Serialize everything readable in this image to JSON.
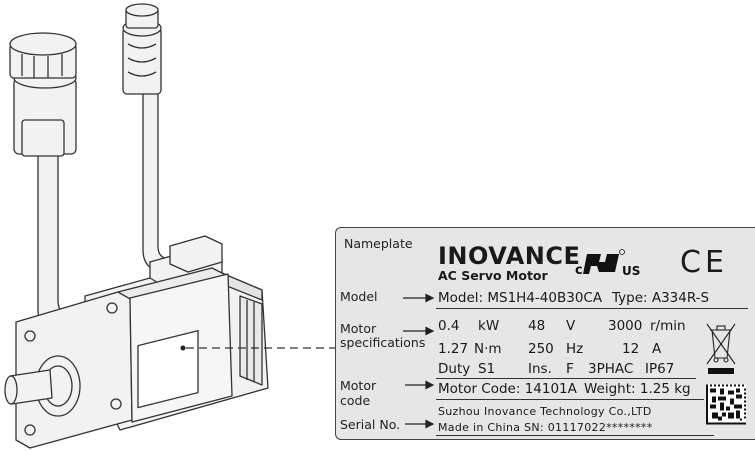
{
  "labels": {
    "nameplate": "Nameplate",
    "model": "Model",
    "motor_specifications_1": "Motor",
    "motor_specifications_2": "specifications",
    "motor_code_1": "Motor",
    "motor_code_2": "code",
    "serial_no": "Serial No."
  },
  "plate": {
    "brand": "INOVANCE",
    "subtitle": "AC Servo Motor",
    "ul_mark": "US",
    "ce_mark": "CE",
    "model_line": "Model: MS1H4-40B30CA",
    "type_line": "Type: A334R-S",
    "spec_row1": [
      "0.4",
      "kW",
      "48",
      "V",
      "3000",
      "r/min"
    ],
    "spec_row2": [
      "1.27",
      "N·m",
      "250",
      "Hz",
      "12",
      "A"
    ],
    "spec_row3": [
      "Duty",
      "S1",
      "Ins.",
      "F",
      "3PHAC",
      "IP67"
    ],
    "motor_code_line": "Motor Code: 14101A",
    "weight_line": "Weight: 1.25 kg",
    "company_line": "Suzhou Inovance Technology Co.,LTD",
    "made_line": "Made in China  SN: 01117022********"
  },
  "colors": {
    "plate_bg": "#e6e6e6",
    "motor_body": "#f2f2f2",
    "outline": "#333333"
  }
}
